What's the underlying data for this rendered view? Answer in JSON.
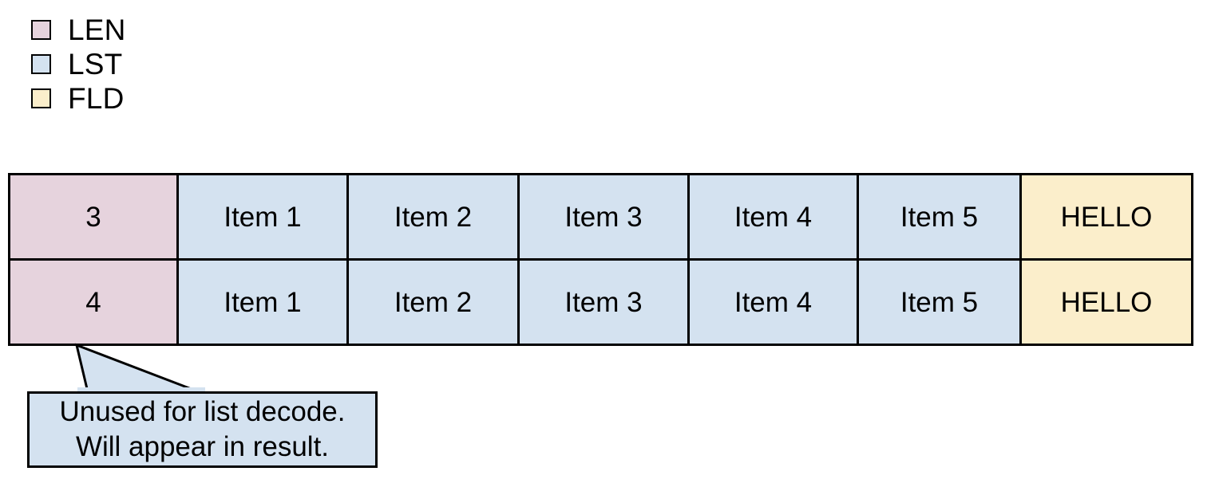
{
  "legend": {
    "items": [
      {
        "label": "LEN",
        "color": "#e6d3dd",
        "swatch_icon": "square-swatch-icon"
      },
      {
        "label": "LST",
        "color": "#d4e2f0",
        "swatch_icon": "square-swatch-icon"
      },
      {
        "label": "FLD",
        "color": "#fbeecb",
        "swatch_icon": "square-swatch-icon"
      }
    ]
  },
  "table": {
    "rows": [
      {
        "cells": [
          {
            "text": "3",
            "kind": "LEN"
          },
          {
            "text": "Item 1",
            "kind": "LST"
          },
          {
            "text": "Item 2",
            "kind": "LST"
          },
          {
            "text": "Item 3",
            "kind": "LST"
          },
          {
            "text": "Item 4",
            "kind": "LST"
          },
          {
            "text": "Item 5",
            "kind": "LST"
          },
          {
            "text": "HELLO",
            "kind": "FLD"
          }
        ]
      },
      {
        "cells": [
          {
            "text": "4",
            "kind": "LEN"
          },
          {
            "text": "Item 1",
            "kind": "LST"
          },
          {
            "text": "Item 2",
            "kind": "LST"
          },
          {
            "text": "Item 3",
            "kind": "LST"
          },
          {
            "text": "Item 4",
            "kind": "LST"
          },
          {
            "text": "Item 5",
            "kind": "LST"
          },
          {
            "text": "HELLO",
            "kind": "FLD"
          }
        ]
      }
    ]
  },
  "callout": {
    "line1": "Unused for list decode.",
    "line2": "Will appear in result.",
    "fill": "#d4e2f0",
    "stroke": "#000000"
  },
  "colors": {
    "len": "#e6d3dd",
    "lst": "#d4e2f0",
    "fld": "#fbeecb",
    "stroke": "#000000",
    "background": "#ffffff"
  }
}
